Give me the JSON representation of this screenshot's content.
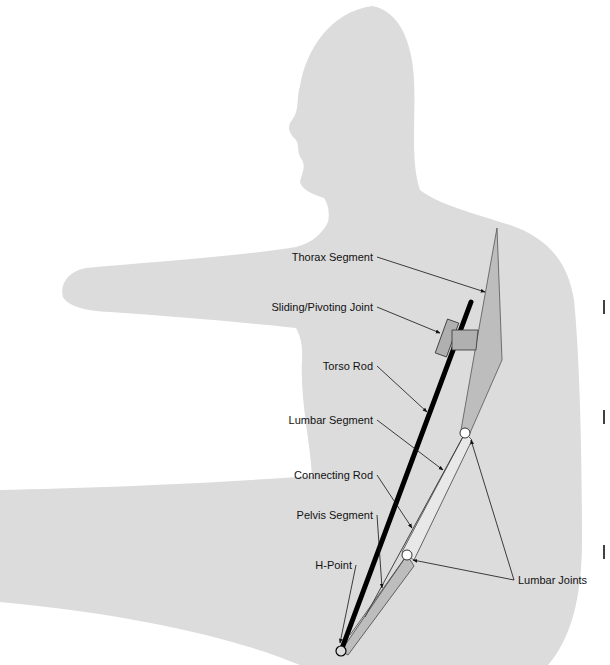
{
  "diagram": {
    "labels": [
      "Thorax Segment",
      "Sliding/Pivoting Joint",
      "Torso Rod",
      "Lumbar Segment",
      "Connecting Rod",
      "Pelvis Segment",
      "H-Point",
      "Lumbar Joints"
    ]
  }
}
